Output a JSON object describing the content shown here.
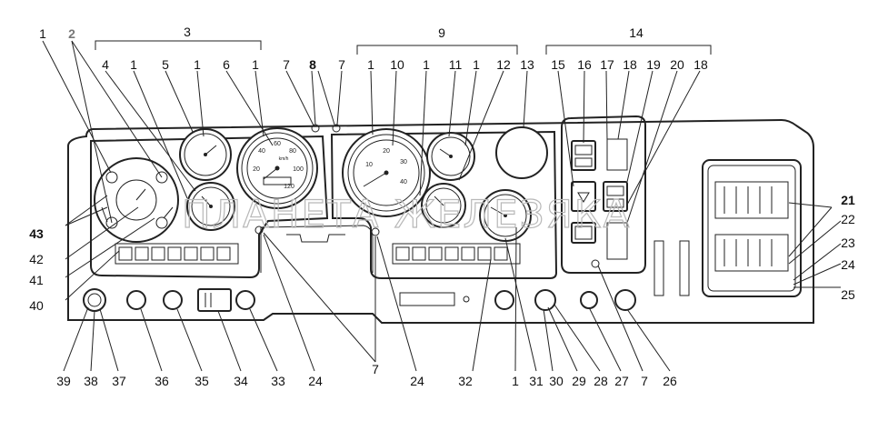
{
  "group_labels": [
    "3",
    "9",
    "14"
  ],
  "top_callouts": [
    "1",
    "2",
    "4",
    "1",
    "5",
    "1",
    "6",
    "1",
    "7",
    "8",
    "7",
    "1",
    "10",
    "1",
    "11",
    "1",
    "12",
    "13",
    "15",
    "16",
    "17",
    "18",
    "19",
    "20",
    "18"
  ],
  "left_callouts": [
    "43",
    "42",
    "41",
    "40"
  ],
  "right_callouts": [
    "21",
    "22",
    "23",
    "24",
    "25"
  ],
  "bottom_callouts": [
    "39",
    "38",
    "37",
    "36",
    "35",
    "34",
    "33",
    "24",
    "7",
    "24",
    "32",
    "1",
    "31",
    "30",
    "29",
    "28",
    "27",
    "7",
    "26"
  ],
  "gauges": {
    "speedometer": {
      "unit": "km/h",
      "ticks": [
        "20",
        "40",
        "60",
        "80",
        "100",
        "120"
      ]
    },
    "tachometer": {
      "ticks": [
        "10",
        "20",
        "30",
        "40"
      ]
    }
  },
  "watermark": "ПЛАНЕТА ЖЕЛЕЗЯКА"
}
